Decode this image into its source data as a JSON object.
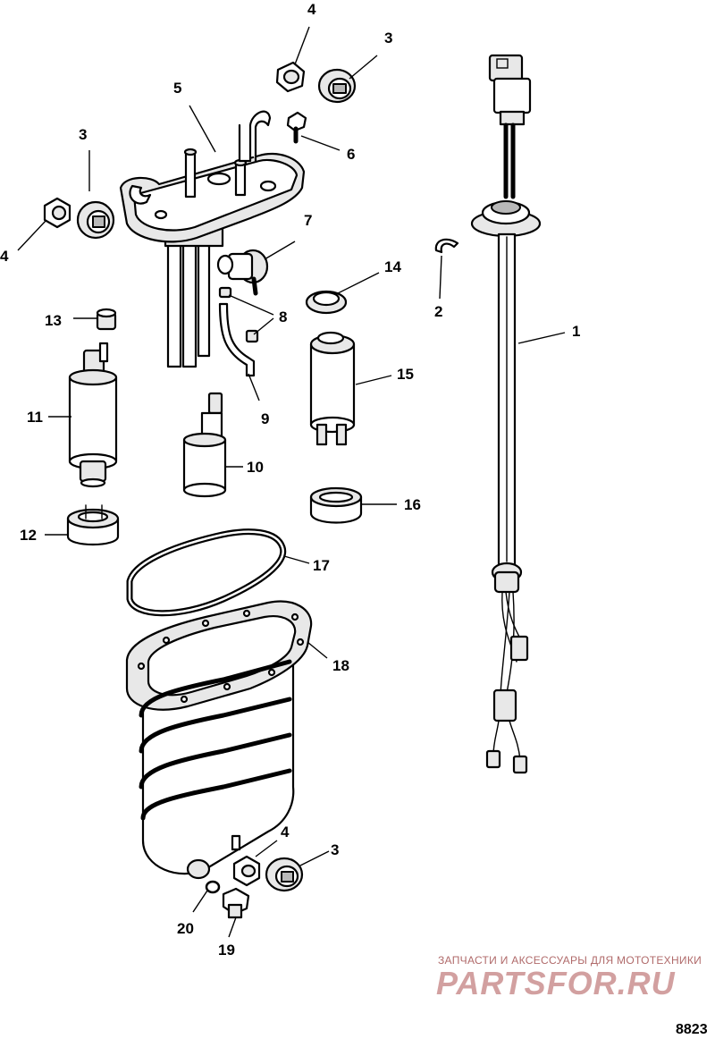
{
  "callouts": {
    "c1": "1",
    "c2": "2",
    "c3a": "3",
    "c3b": "3",
    "c3c": "3",
    "c4a": "4",
    "c4b": "4",
    "c4c": "4",
    "c5": "5",
    "c6": "6",
    "c7": "7",
    "c8": "8",
    "c9": "9",
    "c10": "10",
    "c11": "11",
    "c12": "12",
    "c13": "13",
    "c14": "14",
    "c15": "15",
    "c16": "16",
    "c17": "17",
    "c18": "18",
    "c19": "19",
    "c20": "20"
  },
  "watermark": {
    "line1": "ЗАПЧАСТИ И АКСЕССУАРЫ ДЛЯ МОТОТЕХНИКИ",
    "line2": "PARTSFOR.RU"
  },
  "figure_number": "8823"
}
